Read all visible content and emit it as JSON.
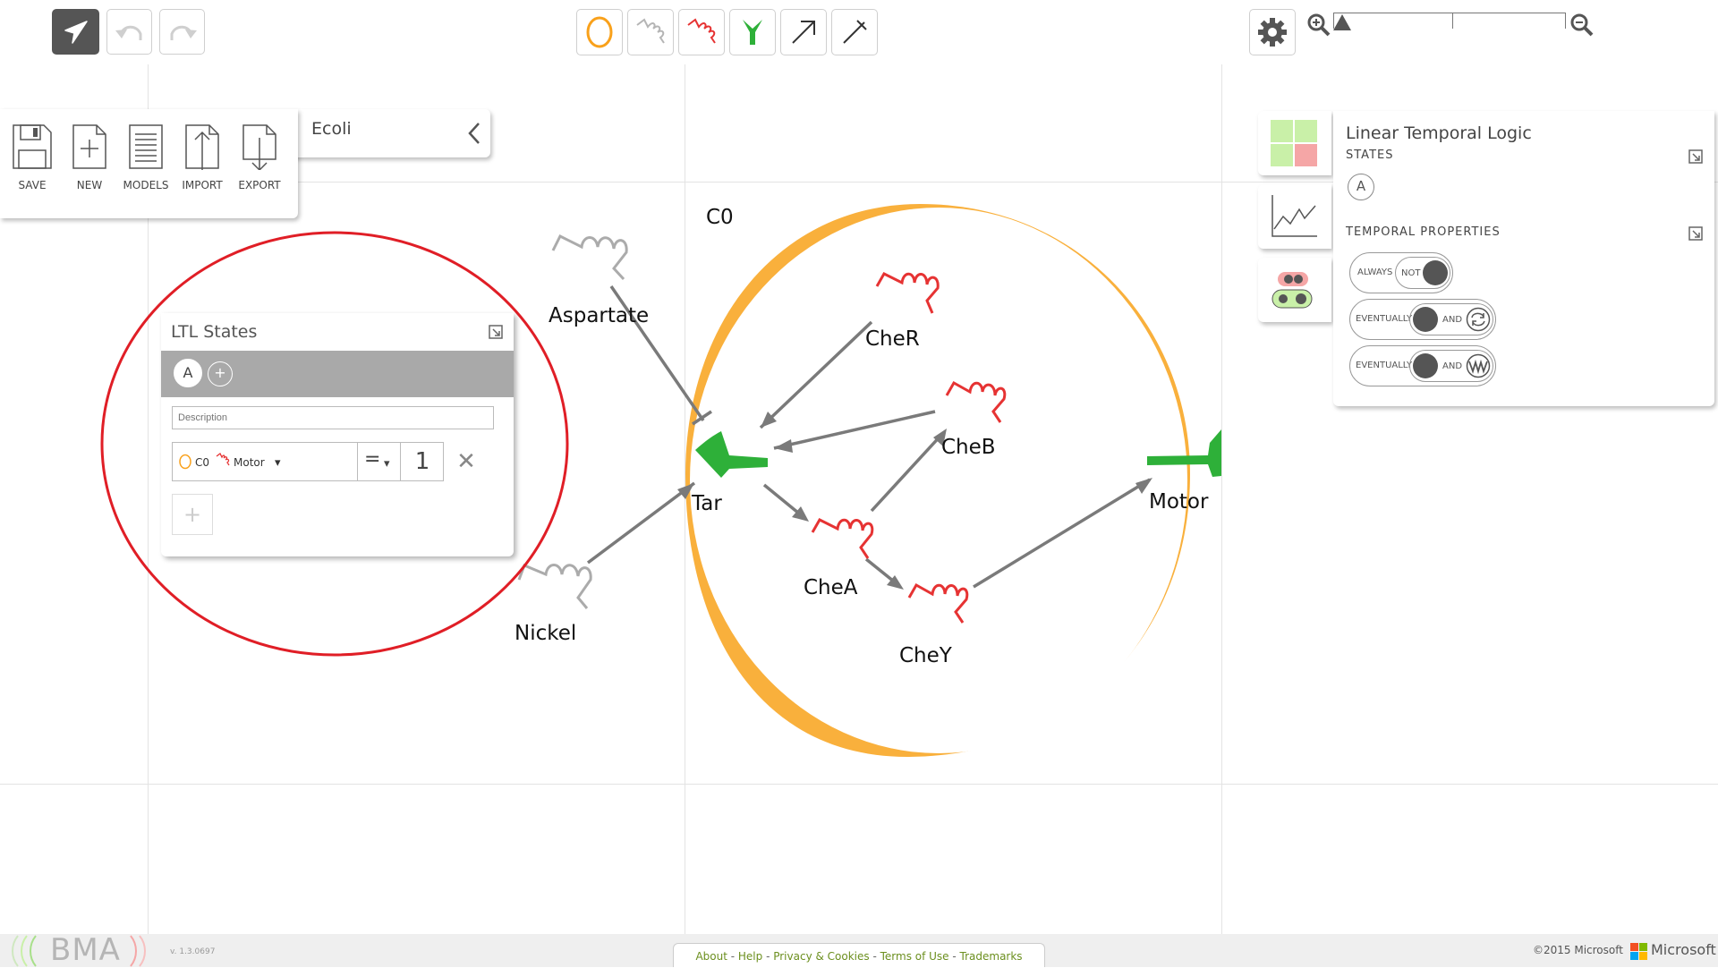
{
  "toolbar": {
    "pointer_icon": "pointer-arrow-icon",
    "undo_icon": "undo-icon",
    "redo_icon": "redo-icon"
  },
  "palette": {
    "tools": [
      {
        "name": "container",
        "icon": "container-circle-icon",
        "color": "#f9a11b"
      },
      {
        "name": "constant",
        "icon": "constant-spring-icon",
        "color": "#a0a0a0"
      },
      {
        "name": "variable",
        "icon": "variable-spring-icon",
        "color": "#e63333"
      },
      {
        "name": "receptor",
        "icon": "receptor-icon",
        "color": "#2eb039"
      },
      {
        "name": "activator",
        "icon": "activator-arrow-icon",
        "color": "#333333"
      },
      {
        "name": "inhibitor",
        "icon": "inhibitor-arrow-icon",
        "color": "#333333"
      }
    ]
  },
  "file_panel": {
    "model_name": "Ecoli",
    "items": [
      "SAVE",
      "NEW",
      "MODELS",
      "IMPORT",
      "EXPORT"
    ]
  },
  "model": {
    "container_label": "C0",
    "nodes": [
      "Aspartate",
      "Nickel",
      "Tar",
      "CheR",
      "CheB",
      "CheA",
      "CheY",
      "Motor"
    ]
  },
  "ltl_states": {
    "title": "LTL States",
    "state_tab": "A",
    "add_tab": "+",
    "description_placeholder": "Description",
    "condition": {
      "container": "C0",
      "variable": "Motor",
      "dropdown_arrow": "▾",
      "operator": "=",
      "value": "1",
      "remove": "✕"
    },
    "add_condition": "+"
  },
  "right_panel": {
    "title": "Linear Temporal Logic",
    "states_heading": "STATES",
    "state": "A",
    "temporal_heading": "TEMPORAL PROPERTIES",
    "properties": [
      {
        "op": "ALWAYS",
        "inner": "NOT"
      },
      {
        "op": "EVENTUALLY",
        "inner": "AND"
      },
      {
        "op": "EVENTUALLY",
        "inner": "AND"
      }
    ]
  },
  "footer": {
    "brand": "BMA",
    "version": "v. 1.3.0697",
    "links": [
      "About",
      "Help",
      "Privacy & Cookies",
      "Terms of Use",
      "Trademarks"
    ],
    "link_sep": " - ",
    "copyright": "©2015 Microsoft",
    "company": "Microsoft"
  },
  "colors": {
    "container": "#f9a11b",
    "variable": "#e63333",
    "constant": "#a0a0a0",
    "receptor": "#2eb039",
    "highlight": "#e01e26",
    "link": "#6b8f1e"
  }
}
